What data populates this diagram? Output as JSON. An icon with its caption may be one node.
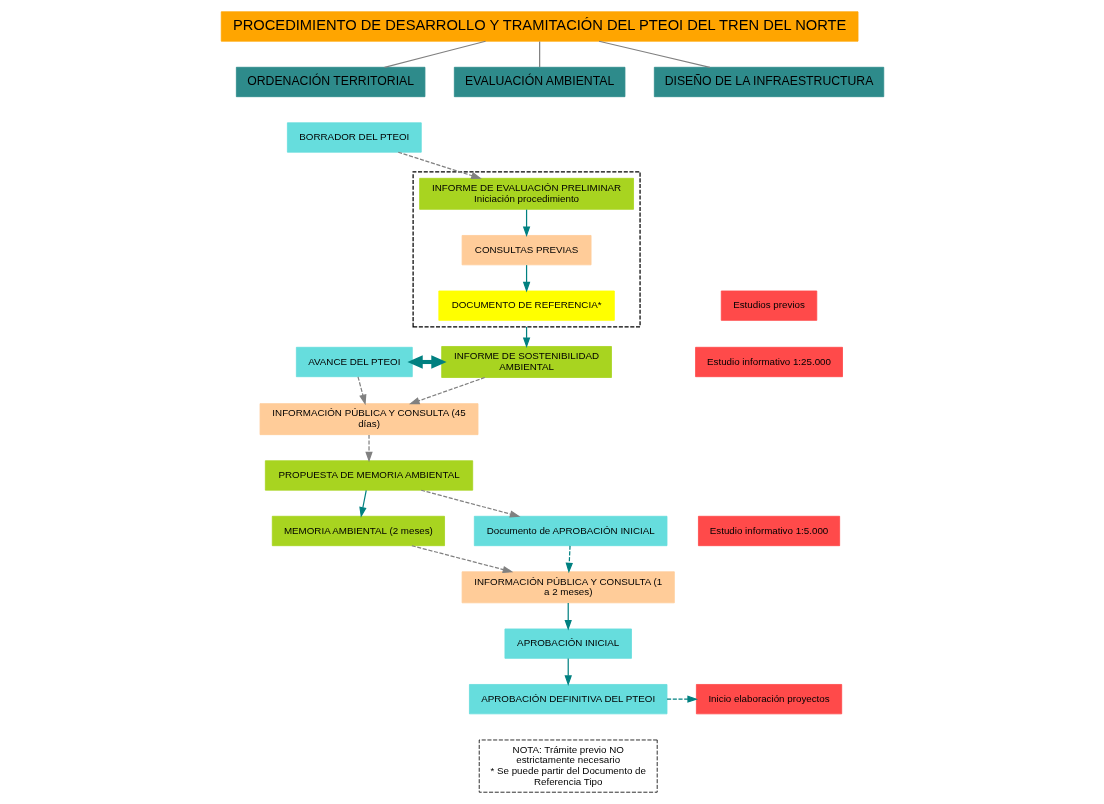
{
  "diagram": {
    "nodes": [
      {
        "text": [
          "PROCEDIMIENTO DE DESARROLLO Y TRAMITACIÓN DEL PTEOI DEL TREN DEL NORTE"
        ]
      },
      {
        "text": [
          "ORDENACIÓN TERRITORIAL"
        ]
      },
      {
        "text": [
          "EVALUACIÓN AMBIENTAL"
        ]
      },
      {
        "text": [
          "DISEÑO DE LA INFRAESTRUCTURA"
        ]
      },
      {
        "text": [
          "BORRADOR DEL PTEOI"
        ]
      },
      {
        "text": [],
        "shape": "box"
      },
      {
        "text": [
          "INFORME DE EVALUACIÓN PRELIMINAR",
          "Iniciación procedimiento"
        ],
        "in": 5
      },
      {
        "text": [
          "CONSULTAS PREVIAS"
        ],
        "in": 5
      },
      {
        "text": [
          "DOCUMENTO DE REFERENCIA*"
        ],
        "in": 5
      },
      {
        "text": [
          "Estudios previos"
        ]
      },
      {
        "text": [
          "AVANCE DEL PTEOI"
        ]
      },
      {
        "text": [
          "INFORME DE SOSTENIBILIDAD AMBIENTAL"
        ]
      },
      {
        "text": [
          "Estudio informativo 1:25.000"
        ]
      },
      {
        "text": [
          "INFORMACIÓN PÚBLICA Y CONSULTA (45 días)"
        ]
      },
      {
        "text": [
          "PROPUESTA DE MEMORIA AMBIENTAL"
        ]
      },
      {
        "text": [
          "Documento de APROBACIÓN INICIAL"
        ]
      },
      {
        "text": [
          "MEMORIA AMBIENTAL (2 meses)"
        ]
      },
      {
        "text": [
          "Estudio informativo 1:5.000"
        ]
      },
      {
        "text": [
          "INFORMACIÓN PÚBLICA Y CONSULTA (1 a 2 meses)"
        ]
      },
      {
        "text": [
          "APROBACIÓN INICIAL"
        ]
      },
      {
        "text": [
          "APROBACIÓN DEFINITIVA DEL PTEOI"
        ]
      },
      {
        "text": [
          "Inicio elaboración proyectos"
        ]
      },
      {
        "text": [
          "NOTA: Trámite previo NO estrictamente necesario",
          "* Se puede partir del Documento de Referencia Tipo"
        ]
      }
    ],
    "edges": [
      {
        "from": 0,
        "to": 1,
        "arrow": "none",
        "color": "#808080"
      },
      {
        "from": 0,
        "to": 2,
        "arrow": "none",
        "color": "#808080"
      },
      {
        "from": 0,
        "to": 3,
        "arrow": "none",
        "color": "#808080"
      },
      {
        "from": 4,
        "to": 6,
        "arrow": "to",
        "style": "dashed",
        "color": "#808080"
      },
      {
        "from": 6,
        "to": 7,
        "arrow": "to",
        "color": "#008080"
      },
      {
        "from": 7,
        "to": 8,
        "arrow": "to",
        "color": "#008080"
      },
      {
        "from": 5,
        "to": 11,
        "arrow": "to",
        "color": "#008080"
      },
      {
        "from": 10,
        "to": 11,
        "arrow": "both",
        "style": "thick",
        "color": "#008080"
      },
      {
        "from": 10,
        "to": 13,
        "arrow": "to",
        "style": "dashed",
        "color": "#808080"
      },
      {
        "from": 11,
        "to": 13,
        "arrow": "to",
        "style": "dashed",
        "color": "#808080"
      },
      {
        "from": 13,
        "to": 14,
        "arrow": "to",
        "style": "dashed",
        "color": "#808080"
      },
      {
        "from": 14,
        "to": 16,
        "arrow": "to",
        "color": "#008080"
      },
      {
        "from": 14,
        "to": 15,
        "arrow": "to",
        "style": "dashed",
        "color": "#808080"
      },
      {
        "from": 15,
        "to": 18,
        "arrow": "to",
        "style": "dashed",
        "color": "#008080"
      },
      {
        "from": 16,
        "to": 18,
        "arrow": "to",
        "style": "dashed",
        "color": "#808080"
      },
      {
        "from": 18,
        "to": 19,
        "arrow": "to",
        "color": "#008080"
      },
      {
        "from": 19,
        "to": 20,
        "arrow": "to",
        "color": "#008080"
      },
      {
        "from": 20,
        "to": 21,
        "arrow": "to",
        "style": "dashed",
        "color": "#008080"
      }
    ]
  }
}
